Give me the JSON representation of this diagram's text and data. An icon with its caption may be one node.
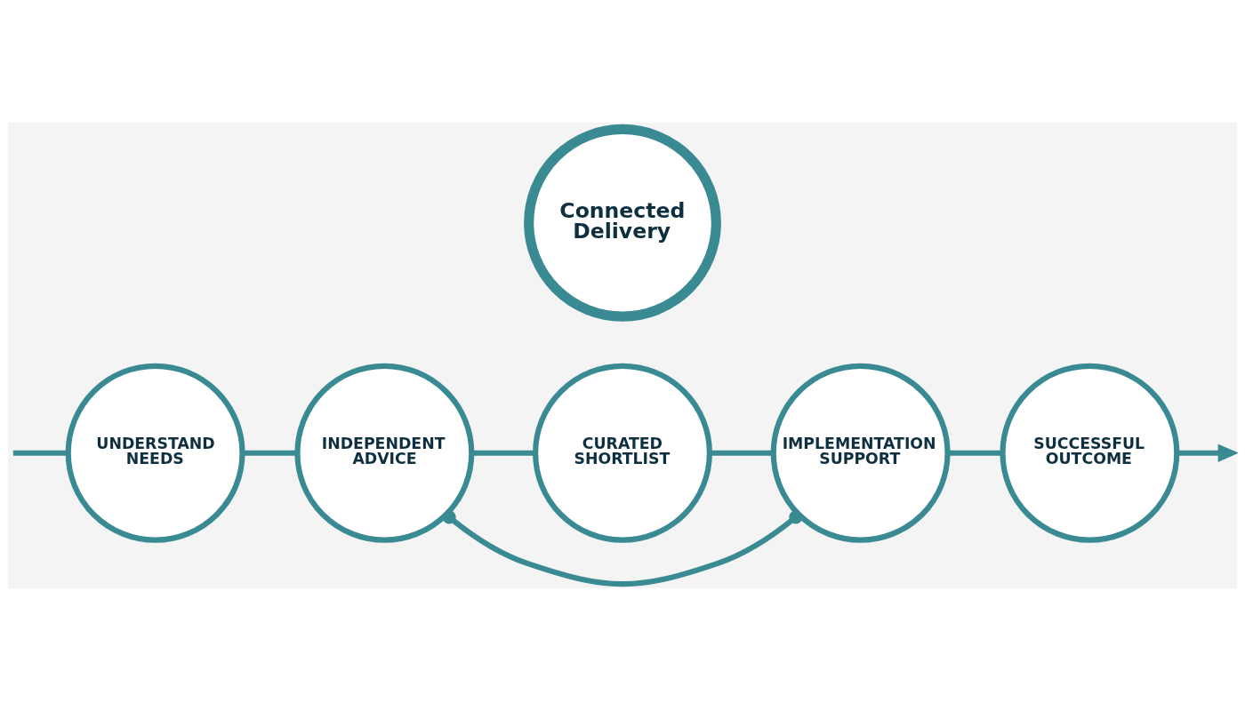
{
  "diagram": {
    "nodes": [
      {
        "text": [
          "Connected Delivery"
        ]
      },
      {
        "text": [
          "UNDERSTAND NEEDS"
        ]
      },
      {
        "text": [
          "INDEPENDENT ADVICE"
        ]
      },
      {
        "text": [
          "CURATED SHORTLIST"
        ]
      },
      {
        "text": [
          "IMPLEMENTATION SUPPORT"
        ]
      },
      {
        "text": [
          "SUCCESSFUL OUTCOME"
        ]
      }
    ],
    "edges": [
      {
        "from": null,
        "to": 1,
        "arrow": "none"
      },
      {
        "from": 1,
        "to": 2,
        "arrow": "none"
      },
      {
        "from": 2,
        "to": 3,
        "arrow": "none"
      },
      {
        "from": 3,
        "to": 4,
        "arrow": "none"
      },
      {
        "from": 4,
        "to": 5,
        "arrow": "none"
      },
      {
        "from": 5,
        "to": null,
        "arrow": "to"
      },
      {
        "from": 2,
        "to": 4,
        "arrow": "other"
      }
    ]
  }
}
